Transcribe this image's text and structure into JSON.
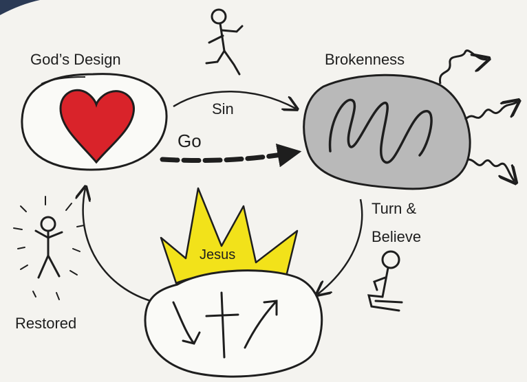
{
  "labels": {
    "gods_design": "God’s Design",
    "brokenness": "Brokenness",
    "sin": "Sin",
    "go": "Go",
    "turn_line1": "Turn &",
    "turn_line2": "Believe",
    "restored": "Restored",
    "jesus": "Jesus"
  },
  "colors": {
    "background": "#f4f3ef",
    "ink": "#1e1e1e",
    "heart": "#d9232a",
    "broken_fill": "#b9b9b9",
    "crown": "#f2e21a",
    "corner": "#2b3a55"
  },
  "icons": [
    "heart-icon",
    "crown-icon",
    "cross-icon",
    "stick-figure-icon"
  ]
}
